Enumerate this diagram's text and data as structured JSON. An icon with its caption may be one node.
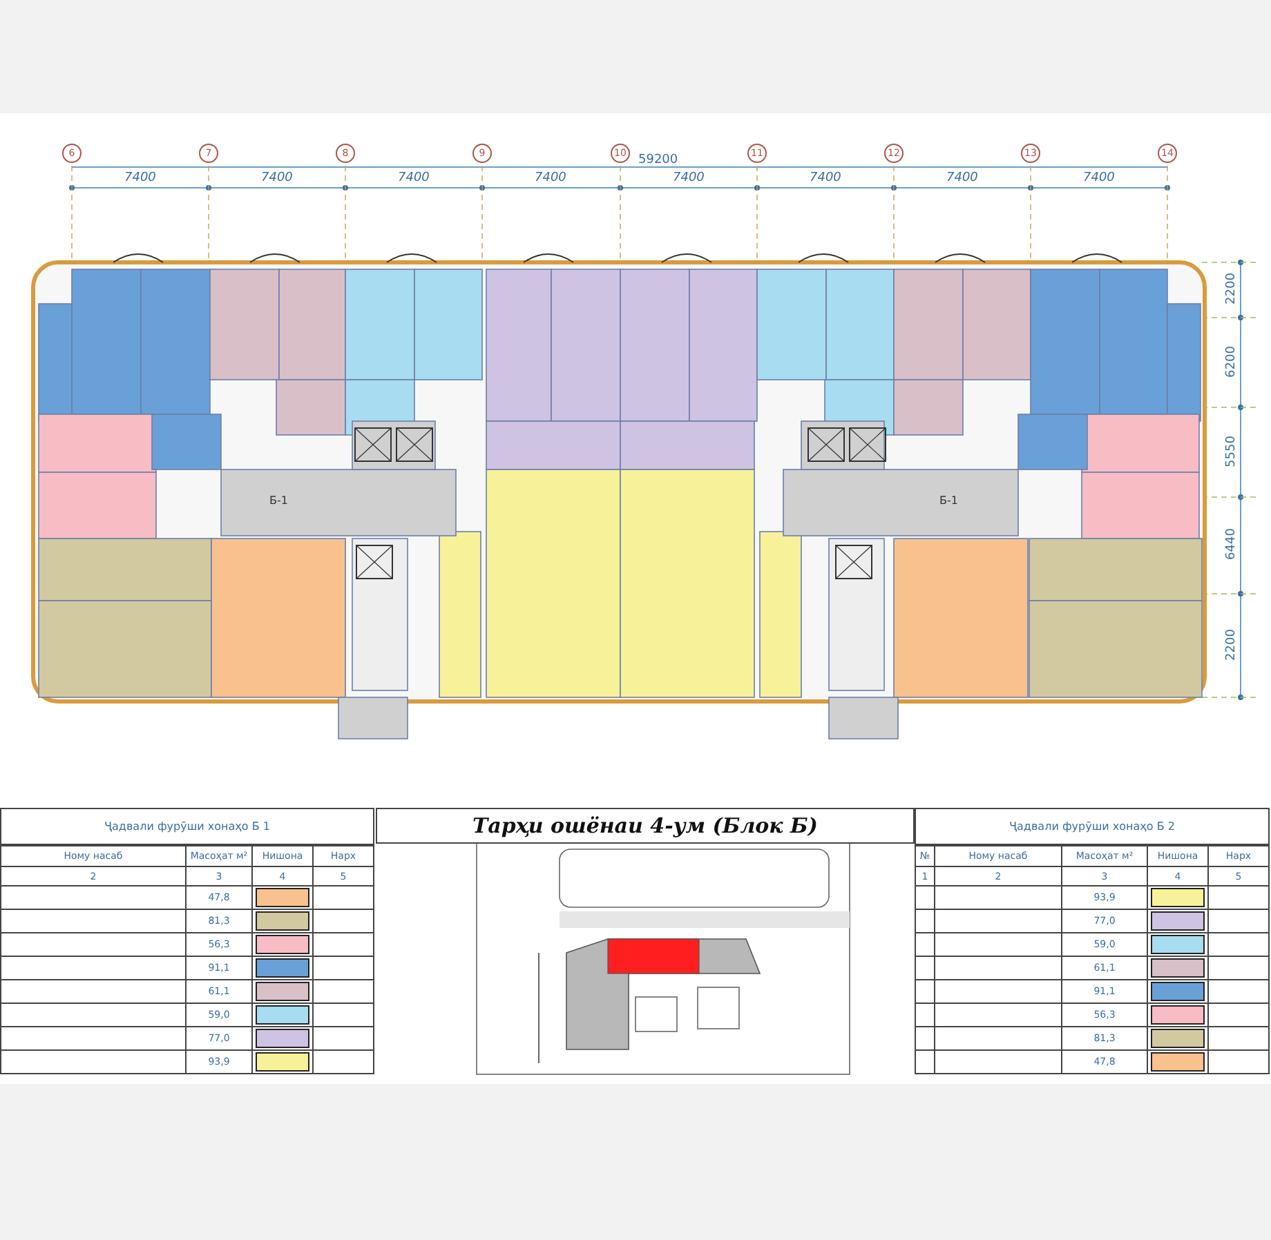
{
  "diagram": {
    "title": "Тарҳи ошёнаи 4-ум (Блок Б)",
    "labels": [
      "6",
      "7",
      "8",
      "9",
      "10",
      "11",
      "12",
      "13",
      "14",
      "59200",
      "7400",
      "7400",
      "7400",
      "7400",
      "7400",
      "7400",
      "7400",
      "7400",
      "2200",
      "6200",
      "5550",
      "6440",
      "2200",
      "Б-1",
      "Б-1",
      "Ҷадвали фурӯши хонаҳо Б 1",
      "Ному насаб",
      "Масоҳат м²",
      "Нишона",
      "Нарх",
      "2",
      "3",
      "4",
      "5",
      "Ҷадвали фурӯши хонаҳо Б 2",
      "№",
      "Ному насаб",
      "Масоҳат м²",
      "Нишона",
      "Нарх",
      "1",
      "2",
      "3",
      "4",
      "5"
    ],
    "legend": [
      {
        "text": "47,8",
        "color": "#f8c18e"
      },
      {
        "text": "81,3",
        "color": "#d3c9a0"
      },
      {
        "text": "56,3",
        "color": "#f8bcc4"
      },
      {
        "text": "91,1",
        "color": "#6aa0d8"
      },
      {
        "text": "61,1",
        "color": "#d9bfc7"
      },
      {
        "text": "59,0",
        "color": "#a8dcf0"
      },
      {
        "text": "77,0",
        "color": "#cfc3e3"
      },
      {
        "text": "93,9",
        "color": "#f7f29a"
      },
      {
        "text": "93,9",
        "color": "#f7f29a"
      },
      {
        "text": "77,0",
        "color": "#cfc3e3"
      },
      {
        "text": "59,0",
        "color": "#a8dcf0"
      },
      {
        "text": "61,1",
        "color": "#d9bfc7"
      },
      {
        "text": "91,1",
        "color": "#6aa0d8"
      },
      {
        "text": "56,3",
        "color": "#f8bcc4"
      },
      {
        "text": "81,3",
        "color": "#d3c9a0"
      },
      {
        "text": "47,8",
        "color": "#f8c18e"
      }
    ]
  }
}
